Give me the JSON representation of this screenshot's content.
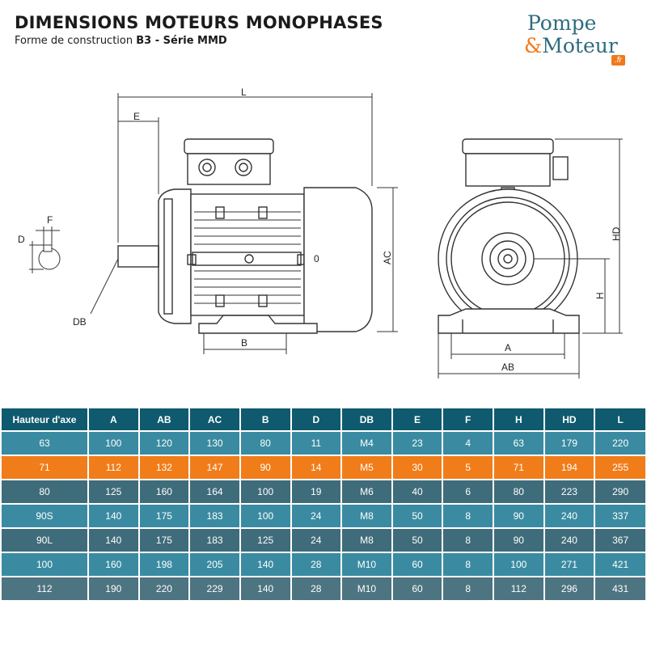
{
  "header": {
    "title": "DIMENSIONS MOTEURS MONOPHASES",
    "subtitle_prefix": "Forme de construction ",
    "subtitle_bold": "B3 - Série MMD"
  },
  "logo": {
    "line1": "Pompe",
    "amp": "&",
    "line2": "Moteur",
    "tld": ".fr"
  },
  "diagram_labels": {
    "L": "L",
    "E": "E",
    "F": "F",
    "D": "D",
    "DB": "DB",
    "B": "B",
    "AC": "AC",
    "zero": "0",
    "HD": "HD",
    "H": "H",
    "A": "A",
    "AB": "AB"
  },
  "table": {
    "headers": [
      "Hauteur d'axe",
      "A",
      "AB",
      "AC",
      "B",
      "D",
      "DB",
      "E",
      "F",
      "H",
      "HD",
      "L"
    ],
    "rows": [
      [
        "63",
        "100",
        "120",
        "130",
        "80",
        "11",
        "M4",
        "23",
        "4",
        "63",
        "179",
        "220"
      ],
      [
        "71",
        "112",
        "132",
        "147",
        "90",
        "14",
        "M5",
        "30",
        "5",
        "71",
        "194",
        "255"
      ],
      [
        "80",
        "125",
        "160",
        "164",
        "100",
        "19",
        "M6",
        "40",
        "6",
        "80",
        "223",
        "290"
      ],
      [
        "90S",
        "140",
        "175",
        "183",
        "100",
        "24",
        "M8",
        "50",
        "8",
        "90",
        "240",
        "337"
      ],
      [
        "90L",
        "140",
        "175",
        "183",
        "125",
        "24",
        "M8",
        "50",
        "8",
        "90",
        "240",
        "367"
      ],
      [
        "100",
        "160",
        "198",
        "205",
        "140",
        "28",
        "M10",
        "60",
        "8",
        "100",
        "271",
        "421"
      ],
      [
        "112",
        "190",
        "220",
        "229",
        "140",
        "28",
        "M10",
        "60",
        "8",
        "112",
        "296",
        "431"
      ]
    ],
    "highlighted_row": "71"
  },
  "colors": {
    "header_bg": "#0f5a6e",
    "highlight": "#f07d1a",
    "row_light": "#3a8ba1",
    "row_dark": "#3f6c7b",
    "brand": "#2f6c7e"
  }
}
